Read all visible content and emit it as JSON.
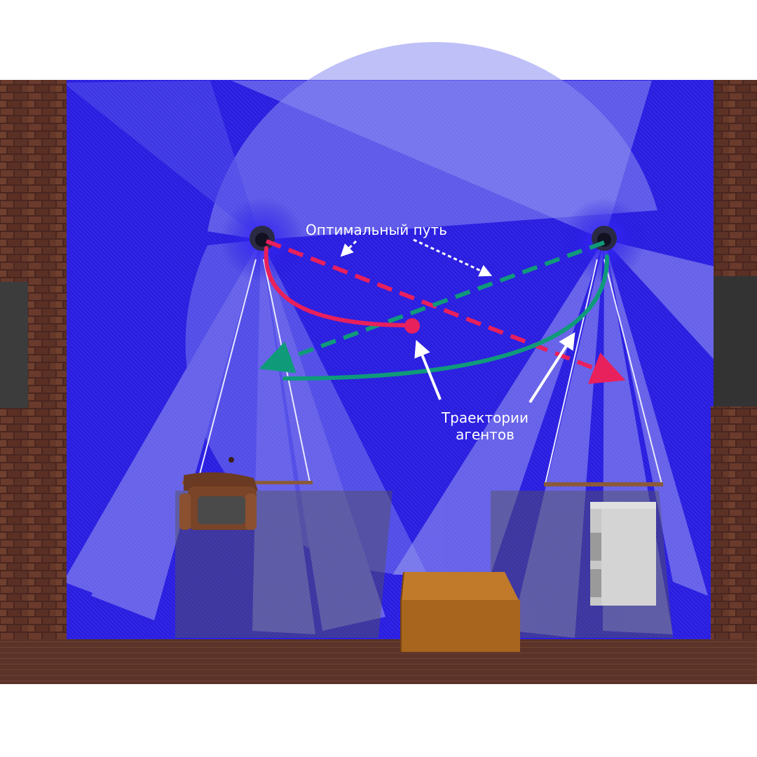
{
  "labels": {
    "optimal_path": "Оптимальный путь",
    "agent_trajectories_line1": "Траектории",
    "agent_trajectories_line2": "агентов"
  },
  "colors": {
    "background": "#ffffff",
    "floor_blue": "#2a1ee0",
    "lidar_ray": "#9a9cf0",
    "brick_wall": "#5a2f24",
    "agent_red": "#e8205c",
    "agent_green": "#0f9a7a",
    "annotation_white": "#ffffff"
  },
  "scene": {
    "agents": [
      {
        "name": "agent-left",
        "trajectory_color": "agent_red",
        "path_style": "dashed-optimal"
      },
      {
        "name": "agent-right",
        "trajectory_color": "agent_green",
        "path_style": "dashed-optimal"
      }
    ],
    "objects": [
      "brick-wall-left",
      "brick-wall-right",
      "brick-wall-bottom",
      "armchair",
      "wooden-box",
      "white-shelf",
      "shelf-left",
      "shelf-right"
    ]
  }
}
